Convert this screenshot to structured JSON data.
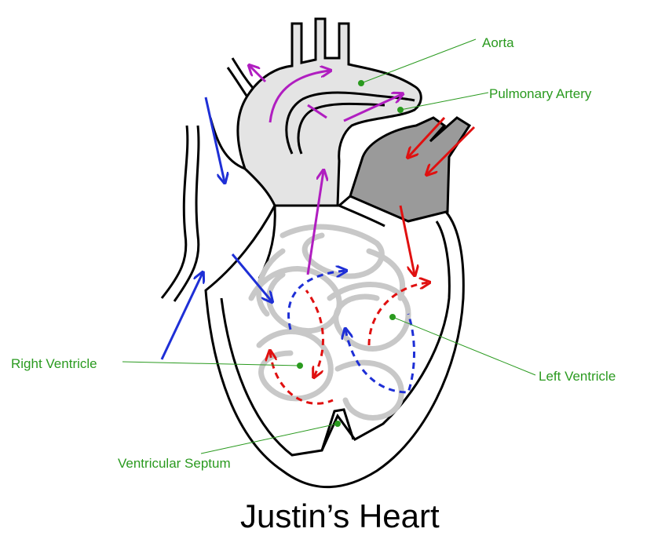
{
  "title": "Justin’s Heart",
  "labels": {
    "aorta": "Aorta",
    "pulmonary_artery": "Pulmonary Artery",
    "right_ventricle": "Right Ventricle",
    "left_ventricle": "Left Ventricle",
    "ventricular_septum": "Ventricular Septum"
  },
  "colors": {
    "label_green": "#2a9a1f",
    "deoxygenated_blue": "#1e2fd6",
    "oxygenated_red": "#e01010",
    "outflow_magenta": "#b01ec0",
    "vessel_fill": "#e4e4e4",
    "atrium_fill": "#9a9a9a",
    "scribble_gray": "#c8c8c8"
  }
}
